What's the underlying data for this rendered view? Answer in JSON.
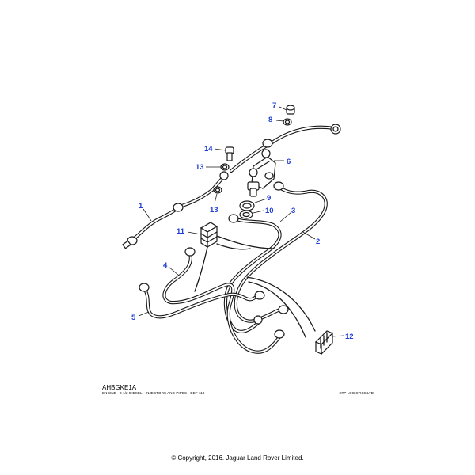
{
  "callouts": [
    {
      "num": "1"
    },
    {
      "num": "2"
    },
    {
      "num": "3"
    },
    {
      "num": "4"
    },
    {
      "num": "5"
    },
    {
      "num": "6"
    },
    {
      "num": "7"
    },
    {
      "num": "8"
    },
    {
      "num": "9"
    },
    {
      "num": "10"
    },
    {
      "num": "11"
    },
    {
      "num": "12"
    },
    {
      "num": "13"
    },
    {
      "num": "13"
    },
    {
      "num": "14"
    }
  ],
  "footer": {
    "code": "AHBGKE1A",
    "caption": "ENGINE - 2 1/2 DIESEL - INJECTORS AND PIPES - DEF 110",
    "vendor": "CTP LOGISTICS LTD",
    "copyright": "© Copyright, 2016. Jaguar Land Rover Limited."
  },
  "colors": {
    "callout": "#1f3fd6",
    "line": "#1a1a1a"
  }
}
